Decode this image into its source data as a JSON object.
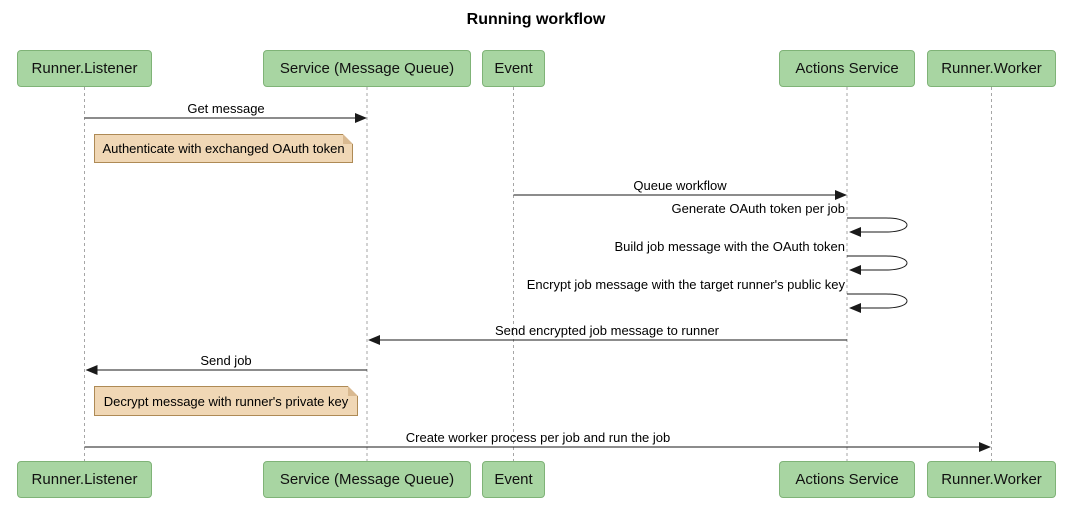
{
  "title": "Running workflow",
  "actors": [
    {
      "label": "Runner.Listener"
    },
    {
      "label": "Service (Message Queue)"
    },
    {
      "label": "Event"
    },
    {
      "label": "Actions Service"
    },
    {
      "label": "Runner.Worker"
    }
  ],
  "messages": {
    "get_message": "Get message",
    "queue_workflow": "Queue workflow",
    "generate_token": "Generate OAuth token per job",
    "build_job_message": "Build job message with the OAuth token",
    "encrypt_job_message": "Encrypt job message with the target runner's public key",
    "send_encrypted": "Send encrypted job message to runner",
    "send_job": "Send job",
    "create_worker": "Create worker process per job and run the job"
  },
  "notes": {
    "authenticate": "Authenticate with exchanged OAuth token",
    "decrypt": "Decrypt message with runner's private key"
  },
  "colors": {
    "actor_fill": "#A8D5A2",
    "actor_border": "#7FB377",
    "note_fill": "#F0D7B5",
    "note_border": "#AE8A55",
    "arrow": "#1A1A1A",
    "lifeline": "#A6A6A6"
  }
}
